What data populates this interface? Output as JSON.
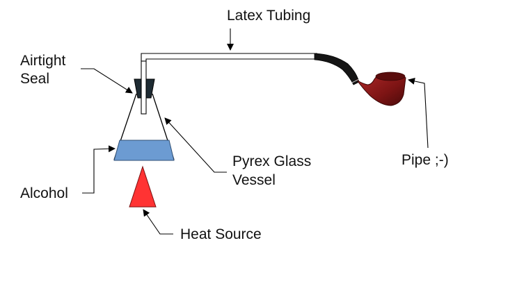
{
  "labels": {
    "latex_tubing": "Latex Tubing",
    "airtight_seal_line1": "Airtight",
    "airtight_seal_line2": "Seal",
    "pyrex_line1": "Pyrex Glass",
    "pyrex_line2": "Vessel",
    "alcohol": "Alcohol",
    "heat_source": "Heat Source",
    "pipe": "Pipe ;-)"
  },
  "colors": {
    "alcohol_fill": "#6c9bd2",
    "heat_source_fill": "#ff3333",
    "stopper_fill": "#1e2b33",
    "pipe_bowl": "#8b1a1a",
    "pipe_stem": "#151515",
    "line": "#000000"
  }
}
